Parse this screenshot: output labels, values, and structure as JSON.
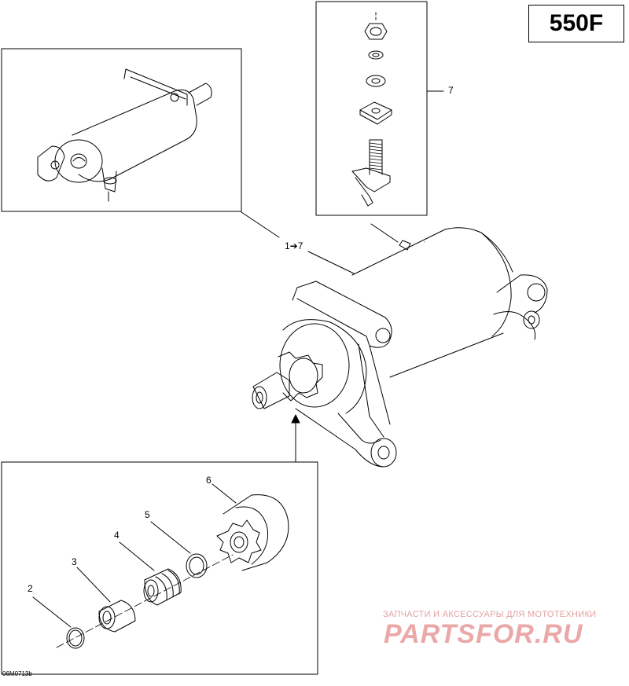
{
  "diagram": {
    "model_label": "550F",
    "callouts": {
      "c7": "7",
      "c1to7": "1➔7",
      "c6": "6",
      "c5": "5",
      "c4": "4",
      "c3": "3",
      "c2": "2"
    },
    "drawing_code": "06M0713b"
  },
  "watermark": {
    "tagline": "ЗАПЧАСТИ И АКСЕССУАРЫ ДЛЯ МОТОТЕХНИКИ",
    "logo": "PARTSFOR.RU"
  }
}
